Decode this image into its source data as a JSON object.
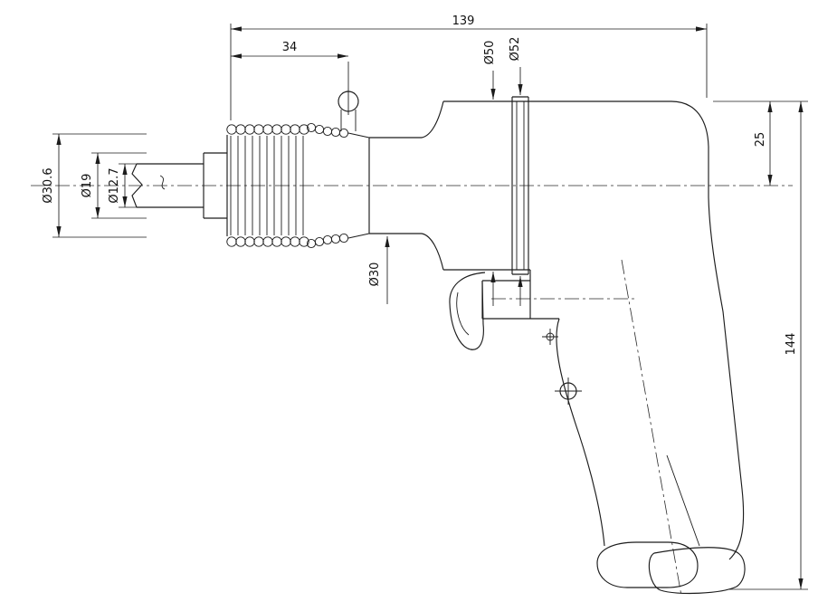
{
  "meta": {
    "background": "#ffffff",
    "line_color": "#1c1c1c"
  },
  "drawing": {
    "dimensions": {
      "overall_length": "139",
      "nose_length": "34",
      "body_diameter": "Ø50",
      "flange_diameter": "Ø52",
      "top_offset": "25",
      "overall_height": "144",
      "spring_od": "Ø30.6",
      "collar_diameter": "Ø19",
      "shank_diameter": "Ø12.7",
      "barrel_diameter": "Ø30"
    }
  }
}
